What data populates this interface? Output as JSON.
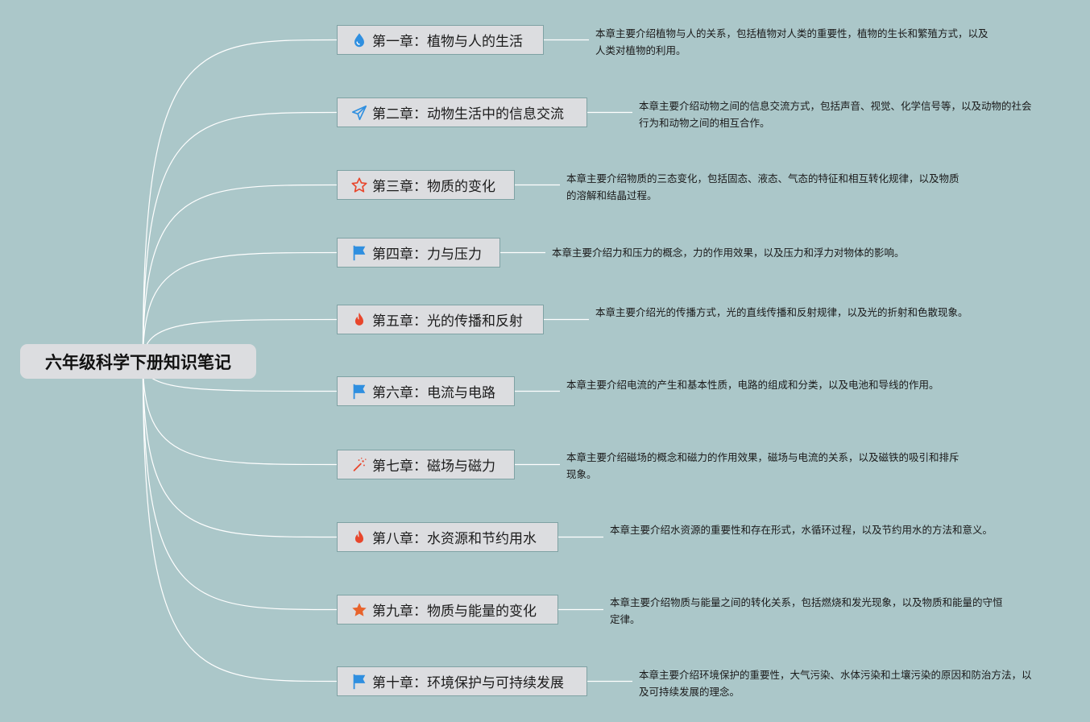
{
  "root": {
    "label": "六年级科学下册知识笔记"
  },
  "chapters": [
    {
      "label": "第一章：植物与人的生活",
      "icon": "water-drop-icon",
      "desc": "本章主要介绍植物与人的关系，包括植物对人类的重要性，植物的生长和繁殖方式，以及人类对植物的利用。"
    },
    {
      "label": "第二章：动物生活中的信息交流",
      "icon": "paper-plane-icon",
      "desc": "本章主要介绍动物之间的信息交流方式，包括声音、视觉、化学信号等，以及动物的社会行为和动物之间的相互合作。"
    },
    {
      "label": "第三章：物质的变化",
      "icon": "star-outline-icon",
      "desc": "本章主要介绍物质的三态变化，包括固态、液态、气态的特征和相互转化规律，以及物质的溶解和结晶过程。"
    },
    {
      "label": "第四章：力与压力",
      "icon": "flag-icon",
      "desc": "本章主要介绍力和压力的概念，力的作用效果，以及压力和浮力对物体的影响。"
    },
    {
      "label": "第五章：光的传播和反射",
      "icon": "fire-icon",
      "desc": "本章主要介绍光的传播方式，光的直线传播和反射规律，以及光的折射和色散现象。"
    },
    {
      "label": "第六章：电流与电路",
      "icon": "flag-icon",
      "desc": "本章主要介绍电流的产生和基本性质，电路的组成和分类，以及电池和导线的作用。"
    },
    {
      "label": "第七章：磁场与磁力",
      "icon": "magic-wand-icon",
      "desc": "本章主要介绍磁场的概念和磁力的作用效果，磁场与电流的关系，以及磁铁的吸引和排斥现象。"
    },
    {
      "label": "第八章：水资源和节约用水",
      "icon": "fire-icon",
      "desc": "本章主要介绍水资源的重要性和存在形式，水循环过程，以及节约用水的方法和意义。"
    },
    {
      "label": "第九章：物质与能量的变化",
      "icon": "star-filled-icon",
      "desc": "本章主要介绍物质与能量之间的转化关系，包括燃烧和发光现象，以及物质和能量的守恒定律。"
    },
    {
      "label": "第十章：环境保护与可持续发展",
      "icon": "flag-icon",
      "desc": "本章主要介绍环境保护的重要性，大气污染、水体污染和土壤污染的原因和防治方法，以及可持续发展的理念。"
    }
  ],
  "colors": {
    "background": "#abc7c9",
    "node_fill": "#dcdde0",
    "node_border": "#7fa2a4",
    "connector": "#ffffff",
    "icon_blue": "#2f8fe0",
    "icon_red": "#e8462c",
    "icon_orange": "#e8632c"
  }
}
